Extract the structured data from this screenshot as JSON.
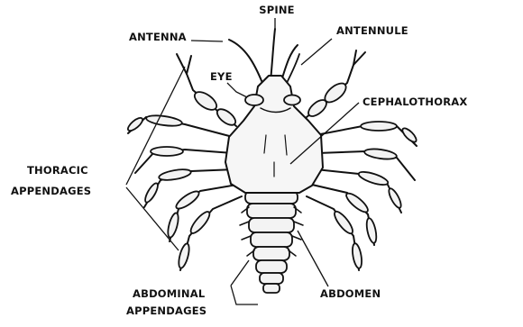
{
  "labels": {
    "spine": "SPINE",
    "antenna": "ANTENNA",
    "antennule": "ANTENNULE",
    "eye": "EYE",
    "cephalothorax": "CEPHALOTHORAX",
    "thoracic_line1": "THORACIC",
    "thoracic_line2": "APPENDAGES",
    "abdominal_line1": "ABDOMINAL",
    "abdominal_line2": "APPENDAGES",
    "abdomen": "ABDOMEN"
  }
}
